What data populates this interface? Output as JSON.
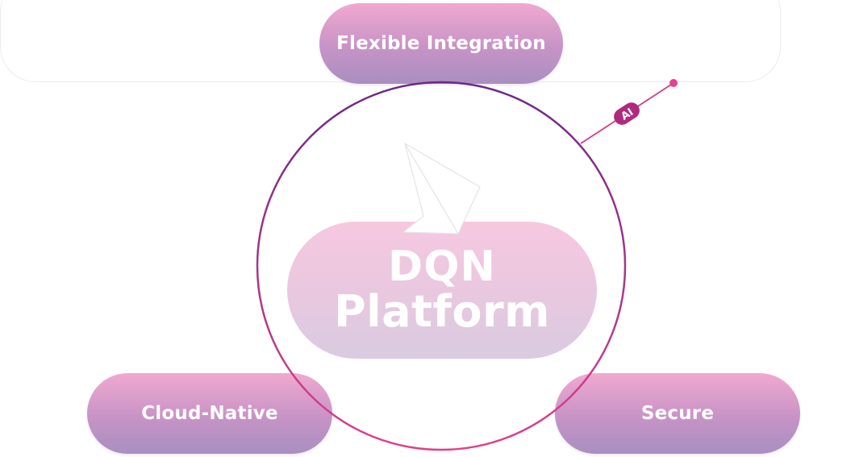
{
  "diagram": {
    "top_label": "Flexible Integration",
    "left_label": "Cloud-Native",
    "right_label": "Secure",
    "center_line1": "DQN",
    "center_line2": "Platform",
    "ai_badge": "AI"
  },
  "colors": {
    "ring_top": "#6a2a86",
    "ring_bottom": "#e0408a",
    "connector": "#d83a86",
    "connector_dot": "#e8428c",
    "badge": "#b02a7c",
    "pill_gradient_top": "#f0a9d0",
    "pill_gradient_bottom": "#a98fc0"
  }
}
